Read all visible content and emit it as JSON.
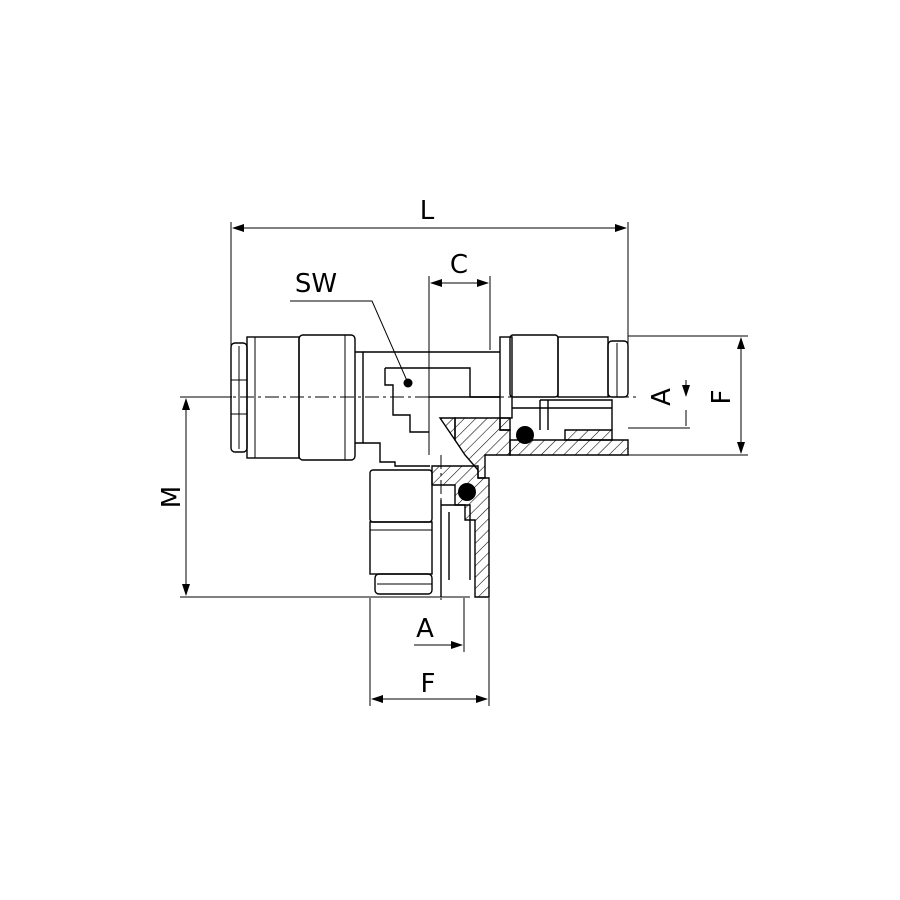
{
  "labels": {
    "L": "L",
    "C": "C",
    "SW": "SW",
    "A_right": "A",
    "F_right": "F",
    "M": "M",
    "A_bottom": "A",
    "F_bottom": "F"
  },
  "colors": {
    "line": "#000000",
    "background": "#ffffff"
  }
}
